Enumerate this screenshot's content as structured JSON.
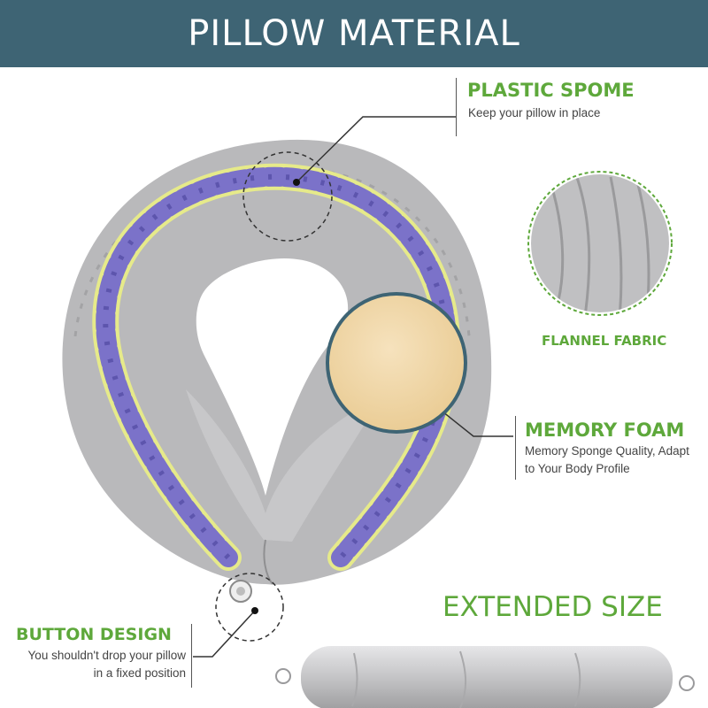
{
  "header": {
    "title": "PILLOW MATERIAL"
  },
  "features": {
    "plastic": {
      "title": "PLASTIC SPOME",
      "desc": "Keep your pillow in place"
    },
    "flannel": {
      "title": "FLANNEL FABRIC"
    },
    "memory": {
      "title": "MEMORY FOAM",
      "desc_line1": "Memory Sponge Quality, Adapt",
      "desc_line2": "to Your Body Profile"
    },
    "button": {
      "title": "BUTTON DESIGN",
      "desc_line1": "You shouldn't drop your pillow",
      "desc_line2": "in a fixed position"
    },
    "extended": {
      "title": "EXTENDED SIZE"
    }
  },
  "colors": {
    "header_bg": "#3e6474",
    "accent_green": "#5ea83b",
    "pillow_gray": "#b9b9bb",
    "spine_purple": "#7b72c9",
    "foam_beige": "#f0d8b0"
  }
}
